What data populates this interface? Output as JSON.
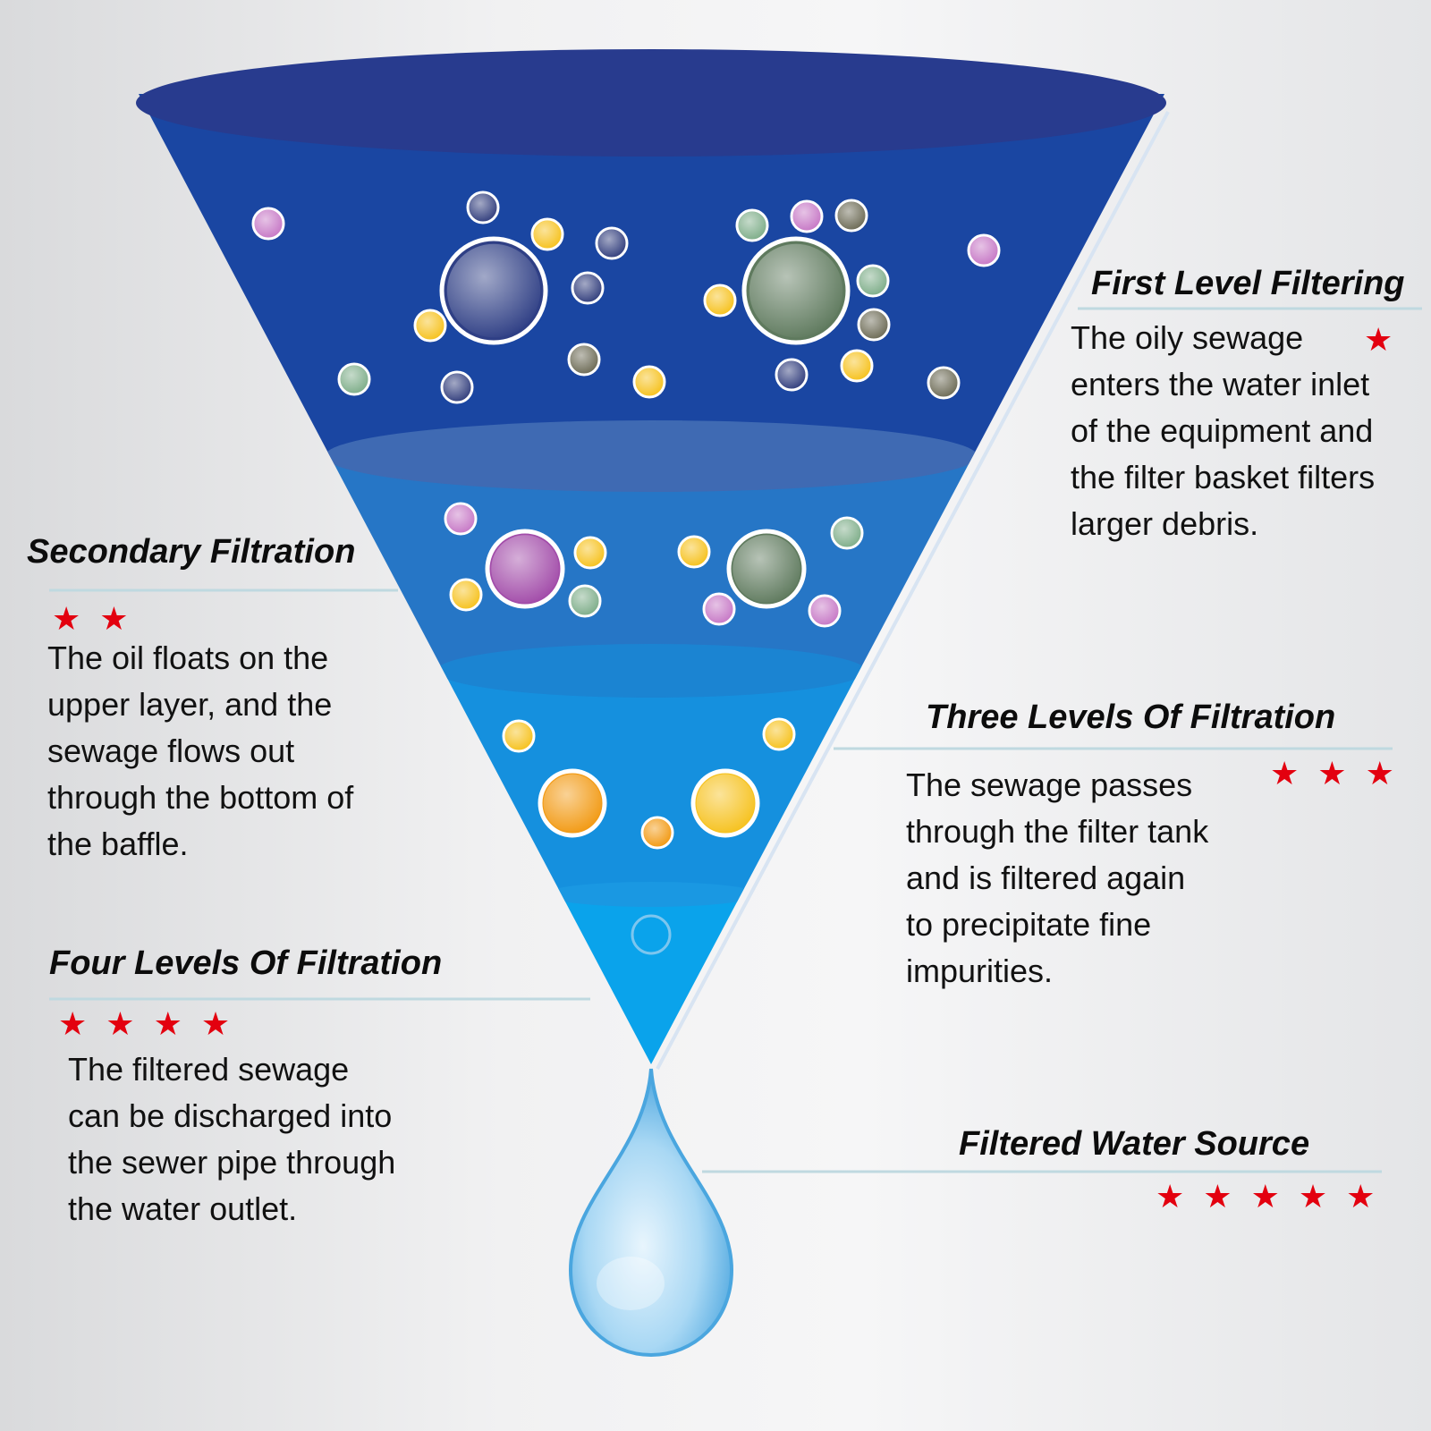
{
  "palette": {
    "funnel_layer_1": "#1a46a2",
    "funnel_layer_2": "#2676c6",
    "funnel_layer_3": "#1590de",
    "funnel_layer_4": "#0aa3eb",
    "funnel_rim": "#283b8e",
    "droplet": "#8cc9ef",
    "star": "#e3000f",
    "leader_line": "#bfd9e0"
  },
  "icons": {
    "level_marker": "red-star-icon",
    "outlet": "water-drop-icon",
    "particles": "impurity-particle-icon"
  },
  "stages": [
    {
      "id": "first",
      "heading": "First Level Filtering",
      "stars": 1,
      "lines": [
        "The oily sewage",
        "enters the water inlet",
        "of the equipment and",
        "the filter basket filters",
        "larger debris."
      ]
    },
    {
      "id": "secondary",
      "heading": "Secondary Filtration",
      "stars": 2,
      "lines": [
        "The oil floats on the",
        "upper layer, and the",
        "sewage flows out",
        "through the bottom of",
        "the baffle."
      ]
    },
    {
      "id": "third",
      "heading": "Three Levels Of Filtration",
      "stars": 3,
      "lines": [
        "The sewage passes",
        "through the filter tank",
        "and is filtered again",
        "to precipitate fine",
        "impurities."
      ]
    },
    {
      "id": "fourth",
      "heading": "Four Levels Of Filtration",
      "stars": 4,
      "lines": [
        "The filtered sewage",
        "can be discharged into",
        "the sewer pipe through",
        "the water outlet."
      ]
    },
    {
      "id": "water",
      "heading": "Filtered Water Source",
      "stars": 5
    }
  ]
}
